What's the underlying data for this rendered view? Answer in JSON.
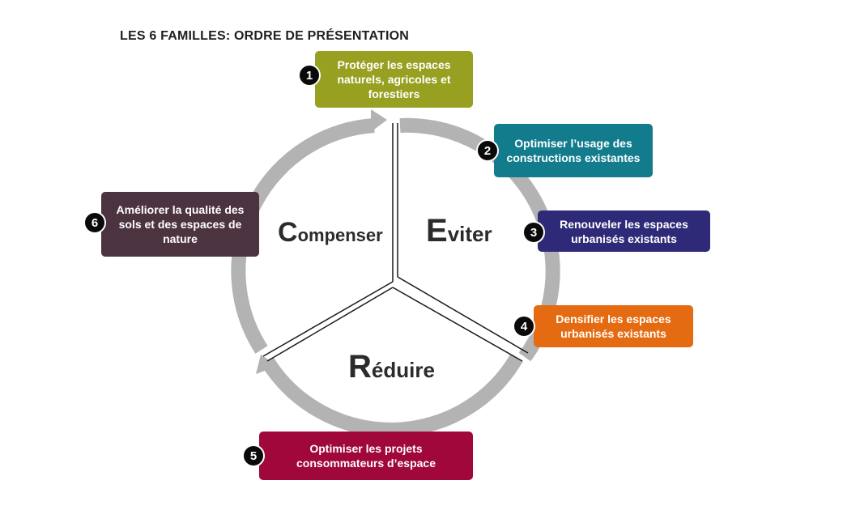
{
  "title": "LES 6 FAMILLES: ORDRE DE PRÉSENTATION",
  "sectors": {
    "eviter": {
      "initial": "E",
      "rest": "viter"
    },
    "reduire": {
      "initial": "R",
      "rest": "éduire"
    },
    "compenser": {
      "initial": "C",
      "rest": "ompenser"
    }
  },
  "families": [
    {
      "number": "1",
      "label": "Protéger les espaces naturels, agricoles et forestiers",
      "color": "#97a021"
    },
    {
      "number": "2",
      "label": "Optimiser l’usage des constructions existantes",
      "color": "#127c8d"
    },
    {
      "number": "3",
      "label": "Renouveler les espaces urbanisés existants",
      "color": "#2e2a78"
    },
    {
      "number": "4",
      "label": "Densifier les espaces urbanisés existants",
      "color": "#e56b12"
    },
    {
      "number": "5",
      "label": "Optimiser les projets consommateurs d’espace",
      "color": "#a0083b"
    },
    {
      "number": "6",
      "label": "Améliorer la qualité des sols et des espaces de nature",
      "color": "#4b3340"
    }
  ],
  "colors": {
    "ring": "#b3b3b3",
    "divider": "#1a1a1a"
  }
}
